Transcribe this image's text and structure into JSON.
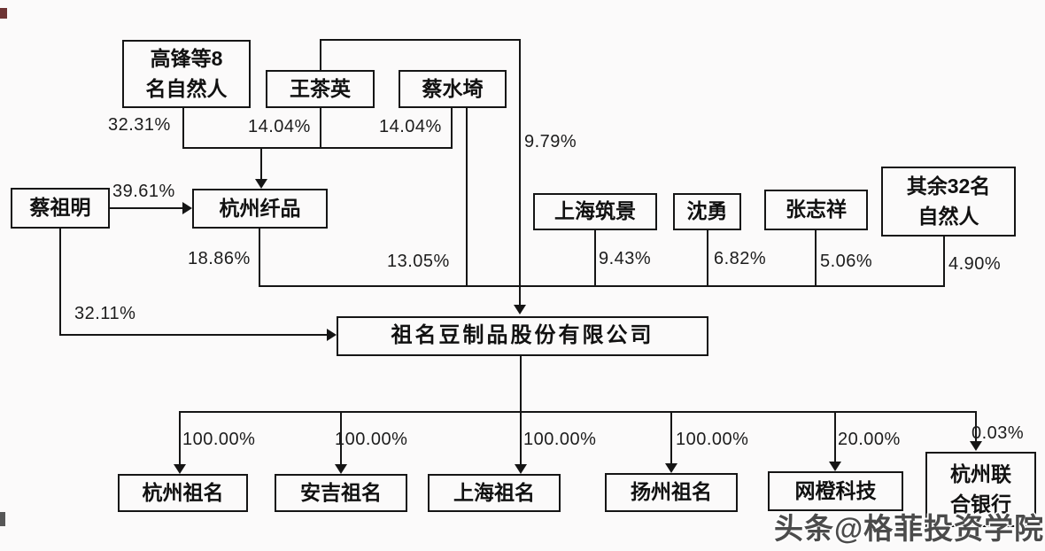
{
  "nodes": {
    "gaofeng": "高锋等8\n名自然人",
    "wangchaying": "王茶英",
    "caishuiqi": "蔡水埼",
    "caizuming": "蔡祖明",
    "hangzhou_xianpin": "杭州纤品",
    "shanghai_zhujing": "上海筑景",
    "shenyong": "沈勇",
    "zhangzhixiang": "张志祥",
    "qiyu32": "其余32名\n自然人",
    "company": "祖名豆制品股份有限公司",
    "hangzhou_zuming": "杭州祖名",
    "anji_zuming": "安吉祖名",
    "shanghai_zuming": "上海祖名",
    "yangzhou_zuming": "扬州祖名",
    "wangcheng_keji": "网橙科技",
    "hangzhou_lianhe_bank": "杭州联\n合银行"
  },
  "percentages": {
    "gaofeng_to_xianpin": "32.31%",
    "wangchaying_to_xianpin": "14.04%",
    "caishuiqi_to_xianpin": "14.04%",
    "toprail_to_company": "9.79%",
    "caizuming_to_xianpin": "39.61%",
    "xianpin_to_company": "18.86%",
    "caishuiqi_to_company": "13.05%",
    "zhujing_to_company": "9.43%",
    "shenyong_to_company": "6.82%",
    "zhangzhixiang_to_company": "5.06%",
    "qiyu32_to_company": "4.90%",
    "caizuming_to_company": "32.11%",
    "company_to_hangzhou_zuming": "100.00%",
    "company_to_anji_zuming": "100.00%",
    "company_to_shanghai_zuming": "100.00%",
    "company_to_yangzhou_zuming": "100.00%",
    "company_to_wangcheng": "20.00%",
    "company_to_lianhe_bank": "0.03%"
  },
  "watermark": "头条@格菲投资学院",
  "colors": {
    "line": "#151515",
    "background": "#fbfafa",
    "watermark": "#4b4b4b"
  }
}
